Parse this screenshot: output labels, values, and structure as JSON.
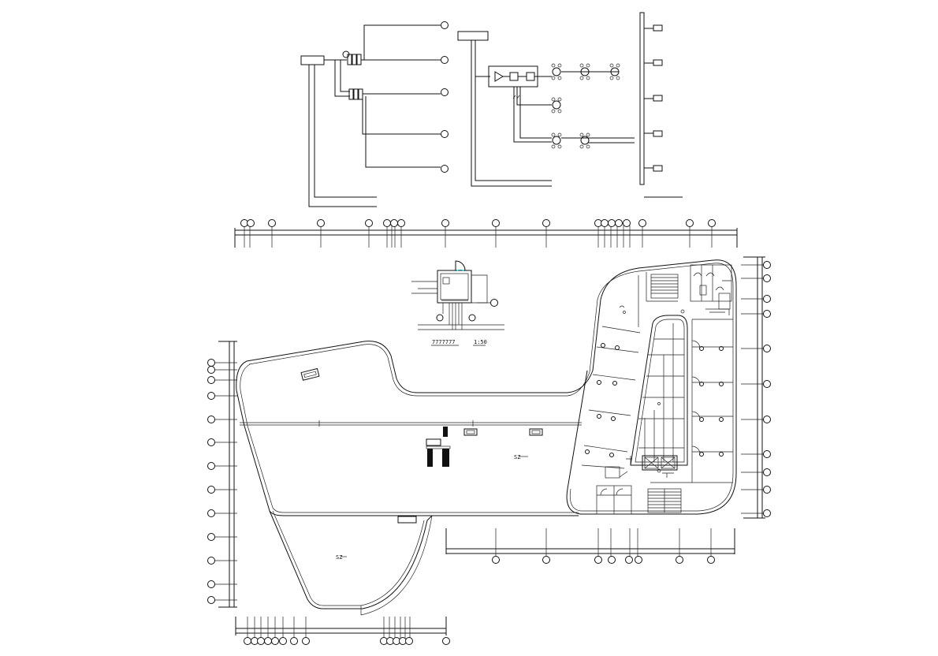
{
  "drawing": {
    "detail_label": "7777777",
    "detail_scale": "1:50",
    "main_zone_mark": "SZ",
    "lower_zone_mark": "SZ"
  },
  "colors": {
    "line": "#111111",
    "background": "#ffffff",
    "accent": "#18b6c8"
  }
}
